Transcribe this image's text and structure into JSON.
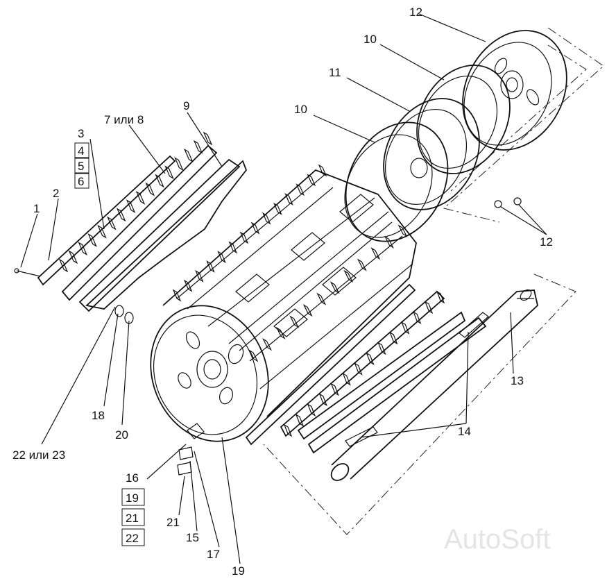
{
  "diagram": {
    "labels": [
      {
        "id": "1",
        "text": "1"
      },
      {
        "id": "2",
        "text": "2"
      },
      {
        "id": "3",
        "text": "3"
      },
      {
        "id": "4",
        "text": "4"
      },
      {
        "id": "5",
        "text": "5"
      },
      {
        "id": "6",
        "text": "6"
      },
      {
        "id": "7or8",
        "text": "7 или 8"
      },
      {
        "id": "9",
        "text": "9"
      },
      {
        "id": "10a",
        "text": "10"
      },
      {
        "id": "10b",
        "text": "10"
      },
      {
        "id": "11",
        "text": "11"
      },
      {
        "id": "12a",
        "text": "12"
      },
      {
        "id": "12b",
        "text": "12"
      },
      {
        "id": "13",
        "text": "13"
      },
      {
        "id": "14",
        "text": "14"
      },
      {
        "id": "15",
        "text": "15"
      },
      {
        "id": "16",
        "text": "16"
      },
      {
        "id": "17",
        "text": "17"
      },
      {
        "id": "18",
        "text": "18"
      },
      {
        "id": "19a",
        "text": "19"
      },
      {
        "id": "19b",
        "text": "19"
      },
      {
        "id": "20",
        "text": "20"
      },
      {
        "id": "21a",
        "text": "21"
      },
      {
        "id": "21b",
        "text": "21"
      },
      {
        "id": "22",
        "text": "22"
      },
      {
        "id": "22or23",
        "text": "22 или 23"
      }
    ],
    "watermark": "AutoSoft"
  }
}
